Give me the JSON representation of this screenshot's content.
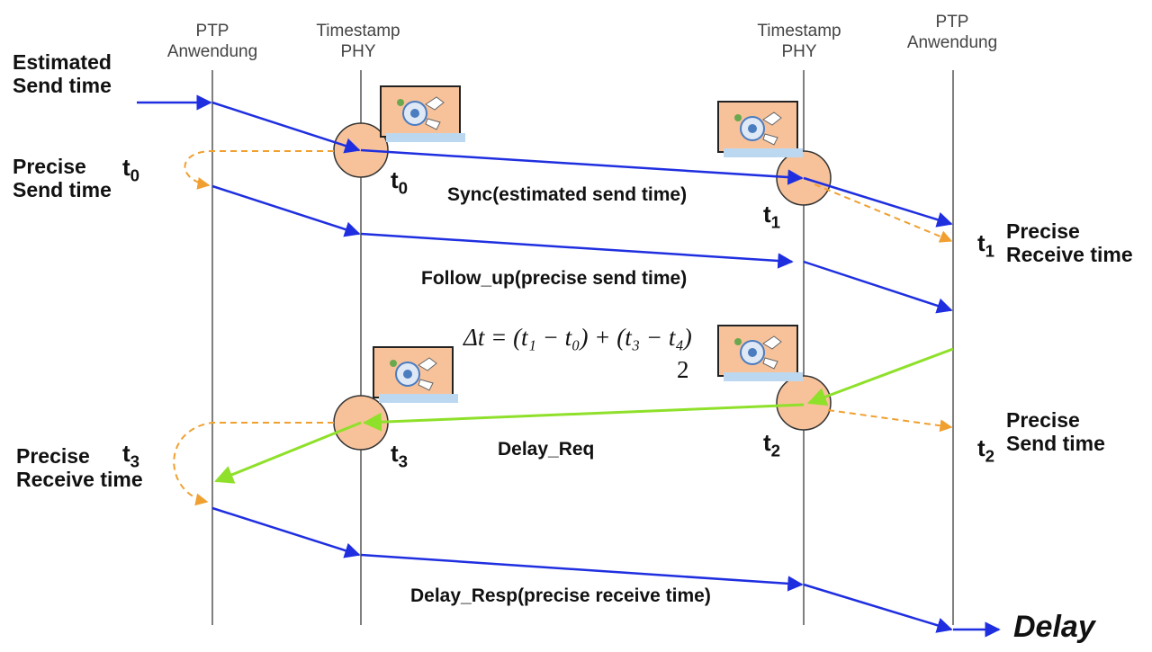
{
  "lanes": {
    "ptp_left": "PTP\nAnwendung",
    "phy_left": "Timestamp\nPHY",
    "phy_right": "Timestamp\nPHY",
    "ptp_right": "PTP\nAnwendung"
  },
  "left_labels": {
    "estimated_send_time": "Estimated\nSend time",
    "precise_send_time": "Precise\nSend time",
    "precise_receive_time": "Precise\nReceive time"
  },
  "right_labels": {
    "precise_receive_time": "Precise\nReceive time",
    "precise_send_time": "Precise\nSend time"
  },
  "timestamps": {
    "t0": "t",
    "t0_sub": "0",
    "t1": "t",
    "t1_sub": "1",
    "t2": "t",
    "t2_sub": "2",
    "t3": "t",
    "t3_sub": "3"
  },
  "messages": {
    "sync": "Sync(estimated send time)",
    "follow_up": "Follow_up(precise send time)",
    "delay_req": "Delay_Req",
    "delay_resp": "Delay_Resp(precise receive time)"
  },
  "formula": {
    "numerator": "Δt = (t₁ − t₀) + (t₃ − t₄)",
    "denominator": "2"
  },
  "result": "Delay",
  "colors": {
    "blue_arrow": "#1f2fe0",
    "green_arrow": "#8fe02a",
    "orange_dashed": "#f0a030",
    "timestamp_circle": "#f7c29a",
    "lane_line": "#555555"
  },
  "icons": [
    "clock-chip-icon"
  ]
}
